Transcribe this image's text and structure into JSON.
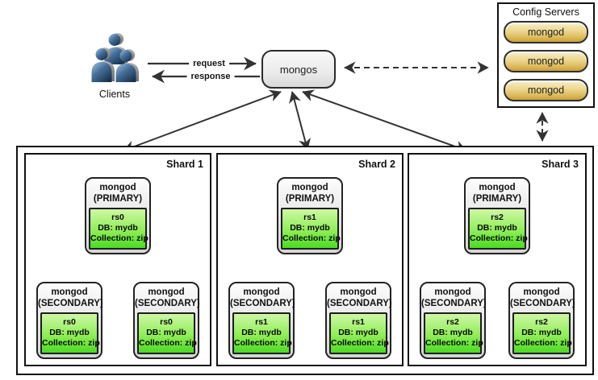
{
  "clients": {
    "label": "Clients",
    "icon": "people-group-icon"
  },
  "connections": {
    "request_label": "request",
    "response_label": "response"
  },
  "mongos": {
    "label": "mongos"
  },
  "config_servers": {
    "title": "Config Servers",
    "nodes": [
      {
        "label": "mongod"
      },
      {
        "label": "mongod"
      },
      {
        "label": "mongod"
      }
    ]
  },
  "shards": [
    {
      "label": "Shard 1",
      "primary": {
        "name": "mongod",
        "role": "(PRIMARY)",
        "replica_set": "rs0",
        "db": "DB: mydb",
        "collection": "Collection: zip"
      },
      "secondary_left": {
        "name": "mongod",
        "role": "(SECONDARY)",
        "replica_set": "rs0",
        "db": "DB: mydb",
        "collection": "Collection: zip"
      },
      "secondary_right": {
        "name": "mongod",
        "role": "(SECONDARY)",
        "replica_set": "rs0",
        "db": "DB: mydb",
        "collection": "Collection: zip"
      }
    },
    {
      "label": "Shard 2",
      "primary": {
        "name": "mongod",
        "role": "(PRIMARY)",
        "replica_set": "rs1",
        "db": "DB: mydb",
        "collection": "Collection: zip"
      },
      "secondary_left": {
        "name": "mongod",
        "role": "(SECONDARY)",
        "replica_set": "rs1",
        "db": "DB: mydb",
        "collection": "Collection: zip"
      },
      "secondary_right": {
        "name": "mongod",
        "role": "(SECONDARY)",
        "replica_set": "rs1",
        "db": "DB: mydb",
        "collection": "Collection: zip"
      }
    },
    {
      "label": "Shard 3",
      "primary": {
        "name": "mongod",
        "role": "(PRIMARY)",
        "replica_set": "rs2",
        "db": "DB: mydb",
        "collection": "Collection: zip"
      },
      "secondary_left": {
        "name": "mongod",
        "role": "(SECONDARY)",
        "replica_set": "rs2",
        "db": "DB: mydb",
        "collection": "Collection: zip"
      },
      "secondary_right": {
        "name": "mongod",
        "role": "(SECONDARY)",
        "replica_set": "rs2",
        "db": "DB: mydb",
        "collection": "Collection: zip"
      }
    }
  ],
  "colors": {
    "replica_green_top": "#cff7a5",
    "replica_green_bottom": "#4bdb23",
    "config_gold_top": "#f8eec9",
    "config_gold_bottom": "#c9a037",
    "node_gray_bottom": "#d5d5d5",
    "arrow": "#333333"
  }
}
